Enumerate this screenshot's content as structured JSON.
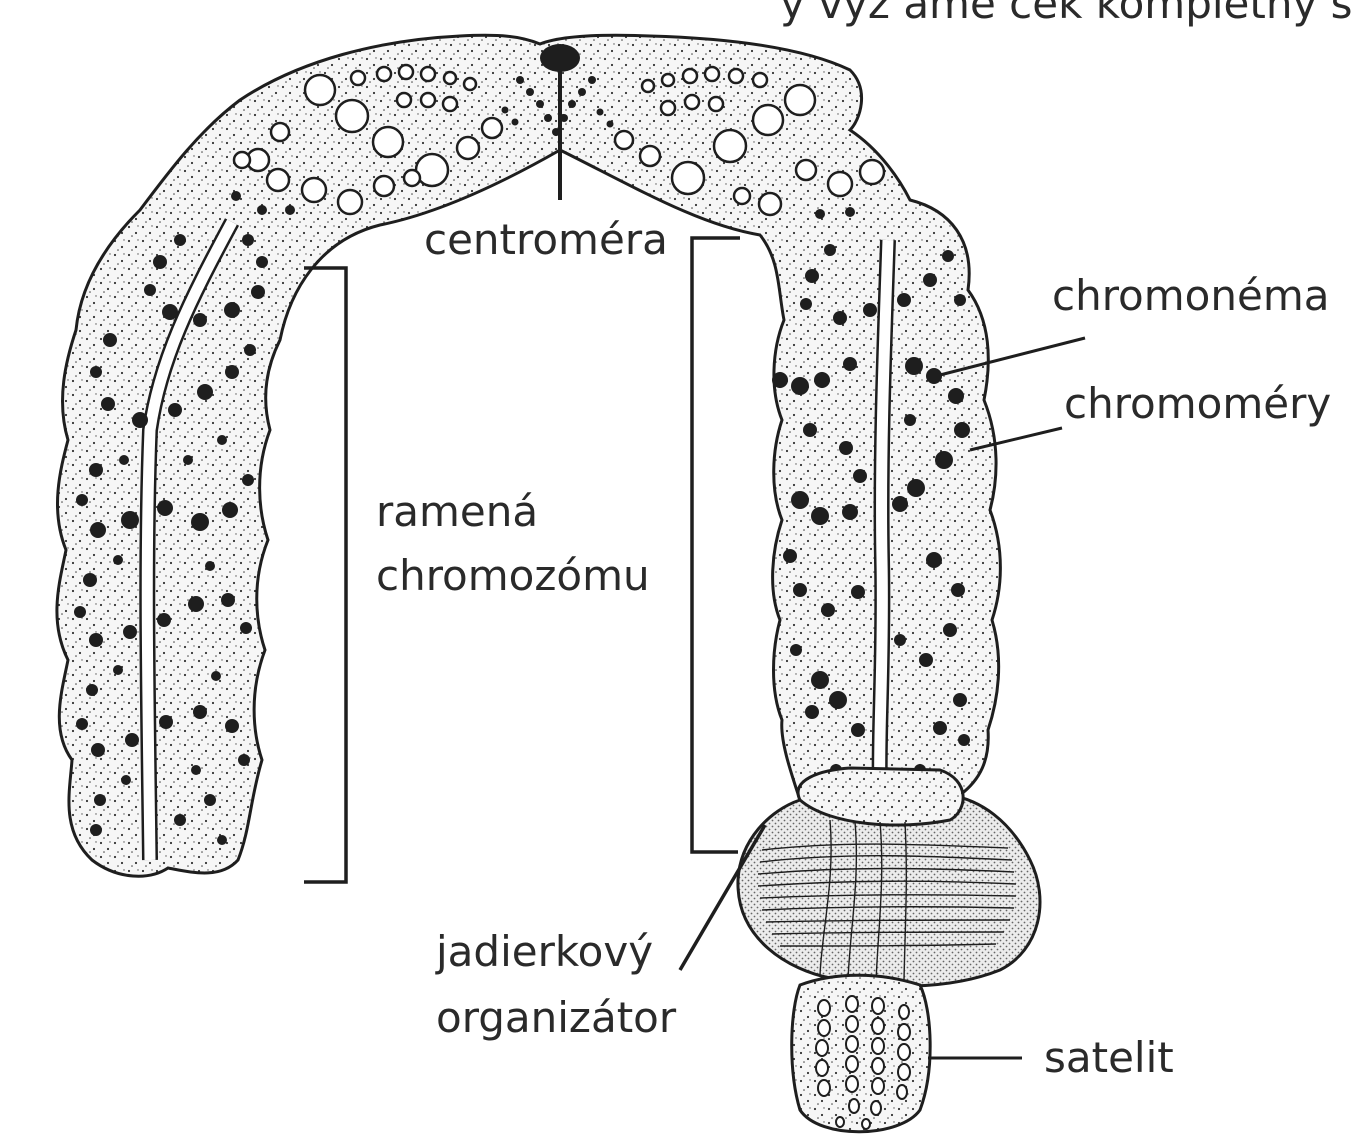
{
  "header_fragment": "ý  výz  áme  ček  kompletný  súbor",
  "labels": {
    "centromere": "centroméra",
    "chromonema": "chromonéma",
    "chromomeres": "chromoméry",
    "arms_line1": "ramená",
    "arms_line2": "chromozómu",
    "nor_line1": "jadierkový",
    "nor_line2": "organizátor",
    "satellite": "satelit"
  },
  "colors": {
    "ink": "#1e1e1e",
    "stipple_fill": "#f4f4f4",
    "text": "#2a2a2a"
  }
}
